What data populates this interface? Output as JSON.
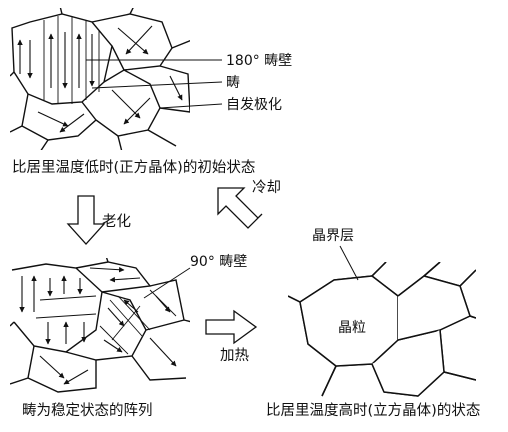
{
  "labels": {
    "wall_180": "180° 畴壁",
    "domain": "畴",
    "spontaneous_polarization": "自发极化",
    "caption_initial": "比居里温度低时(正方晶体)的初始状态",
    "cooling": "冷却",
    "aging": "老化",
    "wall_90": "90° 畴壁",
    "grain_boundary_layer": "晶界层",
    "grain": "晶粒",
    "heating": "加热",
    "caption_stable": "畴为稳定状态的阵列",
    "caption_high": "比居里温度高时(立方晶体)的状态"
  },
  "icons": {
    "process_arrows": "hollow-block-arrow",
    "polarization_marks": "small-arrow"
  },
  "colors": {
    "ink": "#111111",
    "background": "#ffffff"
  }
}
